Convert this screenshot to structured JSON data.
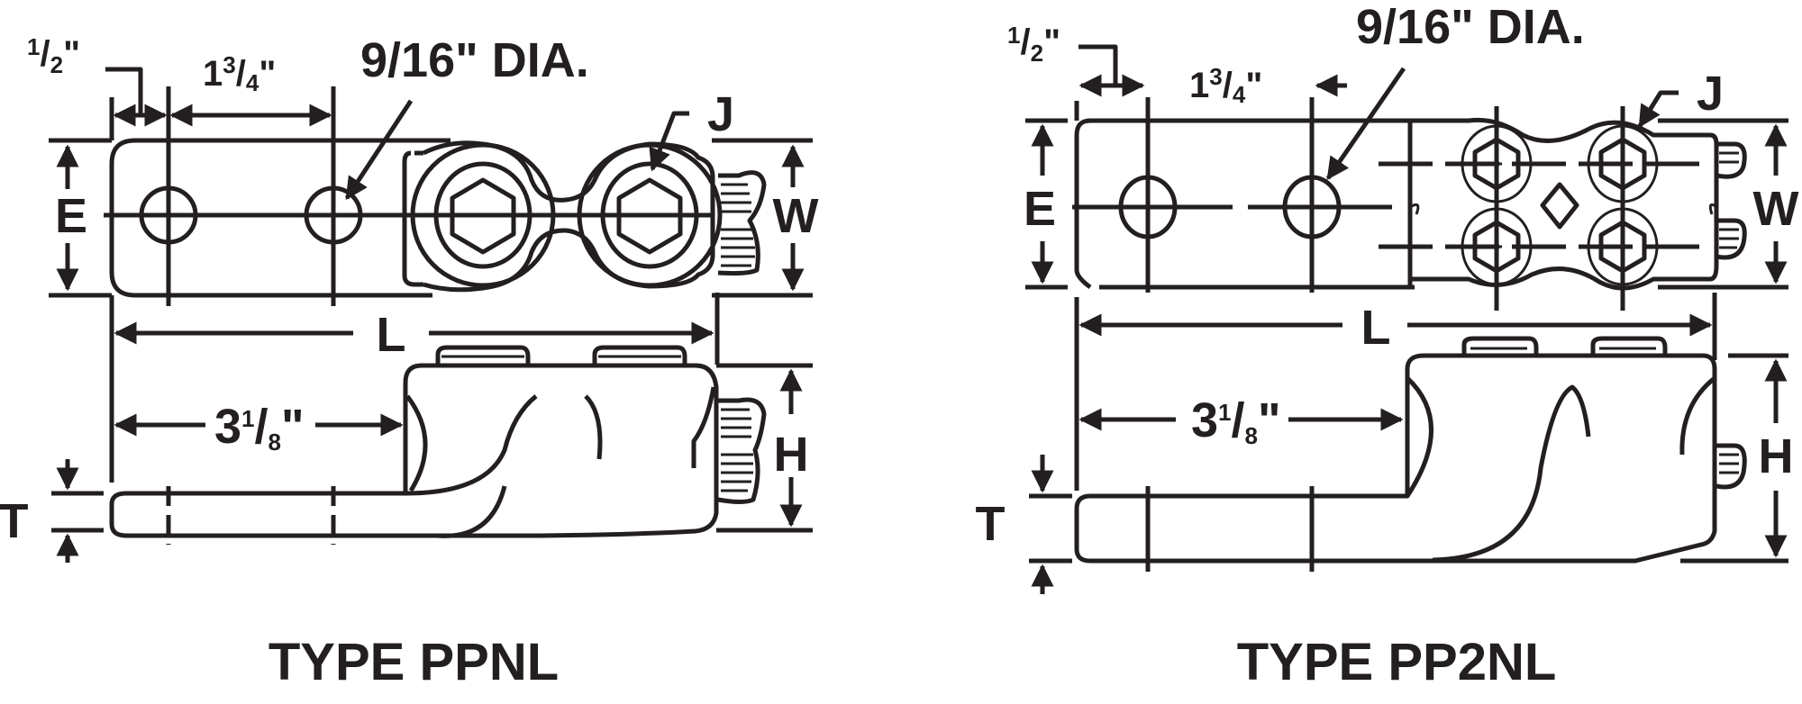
{
  "diagrams": [
    {
      "title": "TYPE PPNL",
      "dims": {
        "offset": {
          "whole": "",
          "num": "1",
          "den": "2",
          "unit": "\""
        },
        "spacing": {
          "whole": "1",
          "num": "3",
          "den": "4",
          "unit": "\""
        },
        "tongue": {
          "whole": "3",
          "num": "1",
          "den": "8",
          "unit": "\""
        },
        "hole": "9/16\" DIA.",
        "E": "E",
        "W": "W",
        "J": "J",
        "L": "L",
        "H": "H",
        "T": "T"
      }
    },
    {
      "title": "TYPE PP2NL",
      "dims": {
        "offset": {
          "whole": "",
          "num": "1",
          "den": "2",
          "unit": "\""
        },
        "spacing": {
          "whole": "1",
          "num": "3",
          "den": "4",
          "unit": "\""
        },
        "tongue": {
          "whole": "3",
          "num": "1",
          "den": "8",
          "unit": "\""
        },
        "hole": "9/16\" DIA.",
        "E": "E",
        "W": "W",
        "J": "J",
        "L": "L",
        "H": "H",
        "T": "T"
      }
    }
  ],
  "colors": {
    "line": "#231f20",
    "background": "#ffffff"
  }
}
